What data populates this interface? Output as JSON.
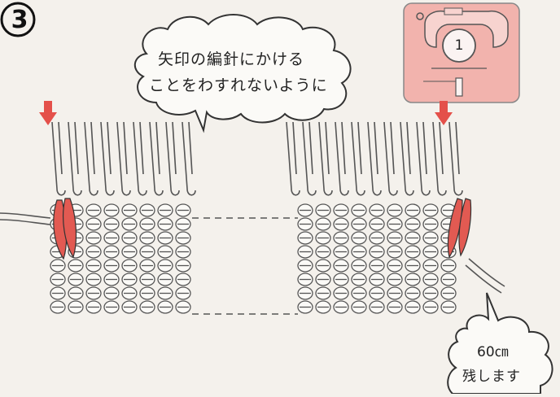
{
  "step": {
    "number": "3"
  },
  "callout_top": {
    "line1": "矢印の編針にかける",
    "line2": "ことをわすれないように"
  },
  "callout_bottom": {
    "line1": "60㎝",
    "line2": "残します"
  },
  "card": {
    "label": "1"
  },
  "colors": {
    "arrow": "#e4504a",
    "card_fill": "#f2b3ad",
    "highlight_stitch": "#e25a52",
    "line": "#555555",
    "background": "#f4f1ec"
  }
}
